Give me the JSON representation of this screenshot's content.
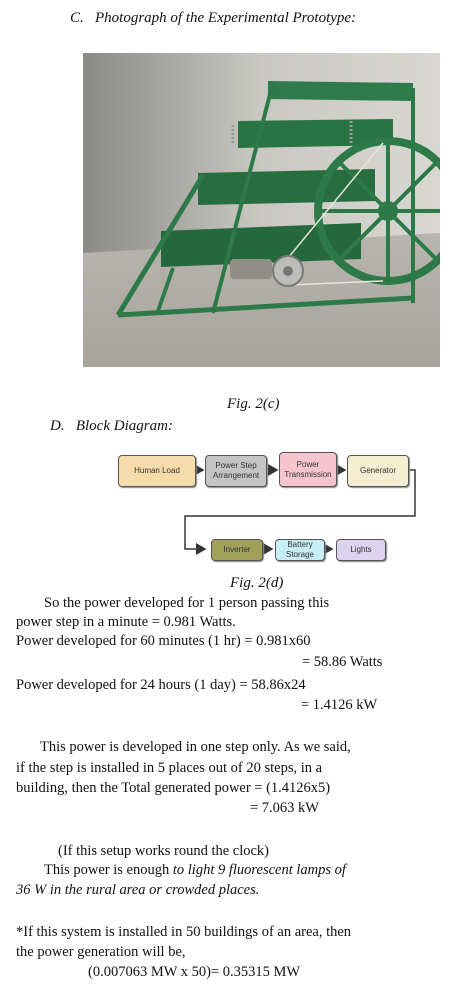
{
  "section_c": {
    "label": "C.",
    "title": "Photograph of the Experimental Prototype:"
  },
  "fig_2c": "Fig. 2(c)",
  "section_d": {
    "label": "D.",
    "title": "Block Diagram:"
  },
  "diagram": {
    "row1": [
      "Human Load",
      "Power Step Arrangement",
      "Power Transmission",
      "Generator"
    ],
    "row2": [
      "Inverter",
      "Battery Storage",
      "Lights"
    ],
    "colors": {
      "human_load": "#f7dcab",
      "power_step": "#c4c4c4",
      "power_transmission": "#f6c4cf",
      "generator": "#f3eed0",
      "inverter": "#a0a05a",
      "battery_storage": "#c7eef6",
      "lights": "#ddd3f1"
    }
  },
  "fig_2d": "Fig. 2(d)",
  "text": {
    "p1_l1": "So the power developed for 1 person passing this",
    "p1_l2": "power step in a minute = 0.981 Watts.",
    "p2_l1": "Power developed for 60 minutes (1 hr) = 0.981x60",
    "p2_l2": "= 58.86 Watts",
    "p3_l1": "Power developed for 24 hours (1 day) = 58.86x24",
    "p3_l2": "= 1.4126 kW",
    "p4_l1": "This power is developed in one step only. As we said,",
    "p4_l2": "if the step is installed in 5 places out of 20 steps, in a",
    "p4_l3": "building, then the Total generated power = (1.4126x5)",
    "p4_l4": "= 7.063 kW",
    "p5_l1": "(If this setup works round the clock)",
    "p5_l2a": "This power is enough ",
    "p5_l2b": "to light 9 fluorescent lamps of",
    "p5_l3": "36 W in the rural area or crowded places.",
    "p6_l1": "*If this system is installed in 50 buildings of an area, then",
    "p6_l2": "the power generation will be,",
    "p6_l3": "(0.007063 MW x 50)= 0.35315 MW"
  }
}
